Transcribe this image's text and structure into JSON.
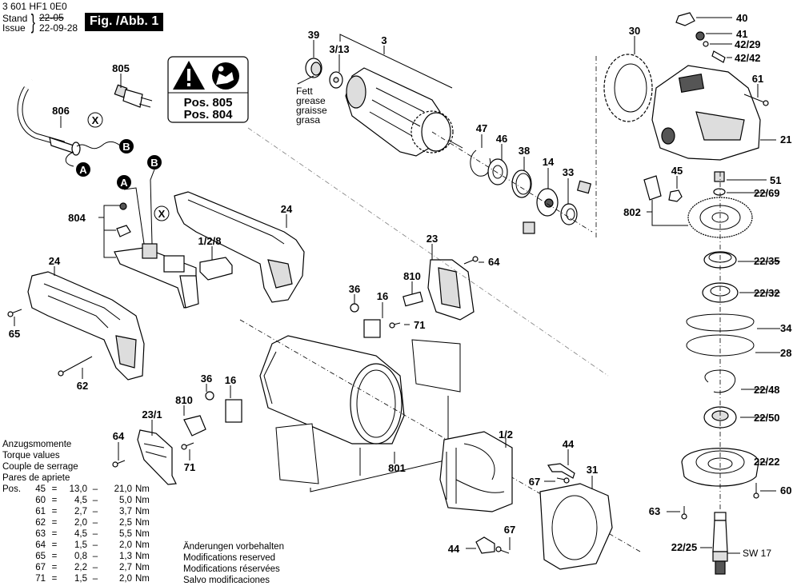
{
  "header": {
    "part_number": "3 601 HF1 0E0",
    "stand_label": "Stand",
    "issue_label": "Issue",
    "old_date": "22-05",
    "issue_date": "22-09-28",
    "figure_label": "Fig. /Abb. 1"
  },
  "warning_box": {
    "icons": [
      "warning-triangle-icon",
      "read-manual-icon"
    ],
    "line1": "Pos. 805",
    "line2": "Pos. 804"
  },
  "grease_note": [
    "Fett",
    "grease",
    "graisse",
    "grasa"
  ],
  "torque_table": {
    "titles": [
      "Anzugsmomente",
      "Torque values",
      "Couple de serrage",
      "Pares de apriete"
    ],
    "prefix": "Pos.",
    "unit": "Nm",
    "rows": [
      {
        "pos": "45",
        "min": "13,0",
        "max": "21,0"
      },
      {
        "pos": "60",
        "min": "4,5",
        "max": "5,0"
      },
      {
        "pos": "61",
        "min": "2,7",
        "max": "3,7"
      },
      {
        "pos": "62",
        "min": "2,0",
        "max": "2,5"
      },
      {
        "pos": "63",
        "min": "4,5",
        "max": "5,5"
      },
      {
        "pos": "64",
        "min": "1,5",
        "max": "2,0"
      },
      {
        "pos": "65",
        "min": "0,8",
        "max": "1,3"
      },
      {
        "pos": "67",
        "min": "2,2",
        "max": "2,7"
      },
      {
        "pos": "71",
        "min": "1,5",
        "max": "2,0"
      }
    ]
  },
  "notice": [
    "Änderungen vorbehalten",
    "Modifications reserved",
    "Modifications réservées",
    "Salvo modificaciones"
  ],
  "callouts": {
    "c805": "805",
    "c806": "806",
    "cX1": "X",
    "cX2": "X",
    "cA1": "A",
    "cB1": "B",
    "cA2": "A",
    "cB2": "B",
    "c804": "804",
    "c24a": "24",
    "c24b": "24",
    "c128": "1/2/8",
    "c65": "65",
    "c62": "62",
    "c39": "39",
    "c313": "3/13",
    "c3": "3",
    "c47": "47",
    "c46": "46",
    "c38": "38",
    "c14": "14",
    "c33": "33",
    "c30": "30",
    "c40": "40",
    "c41": "41",
    "c4229": "42/29",
    "c4242": "42/42",
    "c61": "61",
    "c21": "21",
    "c45": "45",
    "c51": "51",
    "c2269": "22/69",
    "c802": "802",
    "c2235": "22/35",
    "c2232": "22/32",
    "c34": "34",
    "c28": "28",
    "c2248": "22/48",
    "c2250": "22/50",
    "c2222": "22/22",
    "c60": "60",
    "c63": "63",
    "c2225": "22/25",
    "sw17": "SW 17",
    "c23": "23",
    "c64a": "64",
    "c810a": "810",
    "c36a": "36",
    "c16a": "16",
    "c71a": "71",
    "c36b": "36",
    "c16b": "16",
    "c810b": "810",
    "c231": "23/1",
    "c64b": "64",
    "c71b": "71",
    "c801": "801",
    "c12": "1/2",
    "c44a": "44",
    "c67a": "67",
    "c31": "31",
    "c67b": "67",
    "c44b": "44"
  }
}
